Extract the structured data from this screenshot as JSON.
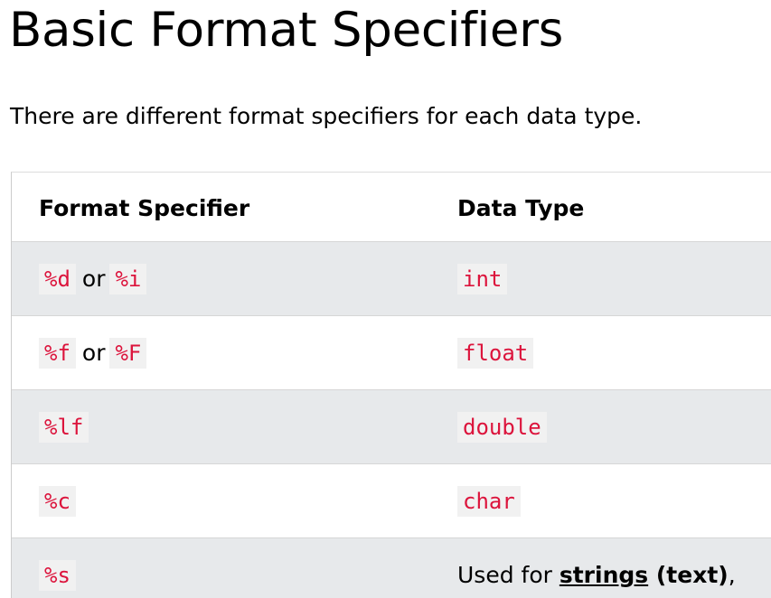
{
  "heading": "Basic Format Specifiers",
  "intro": "There are different format specifiers for each data type.",
  "table": {
    "headers": [
      "Format Specifier",
      "Data Type"
    ],
    "rows": [
      {
        "spec_a": "%d",
        "joiner": "or",
        "spec_b": "%i",
        "type": "int"
      },
      {
        "spec_a": "%f",
        "joiner": "or",
        "spec_b": "%F",
        "type": "float"
      },
      {
        "spec_a": "%lf",
        "type": "double"
      },
      {
        "spec_a": "%c",
        "type": "char"
      },
      {
        "spec_a": "%s",
        "type_prefix": "Used for ",
        "type_link": "strings",
        "type_bold": " (text)",
        "type_suffix": ","
      }
    ]
  },
  "colors": {
    "code_text": "#dc143c",
    "code_bg": "#f1f1f1",
    "row_shade": "#e7e9eb"
  }
}
